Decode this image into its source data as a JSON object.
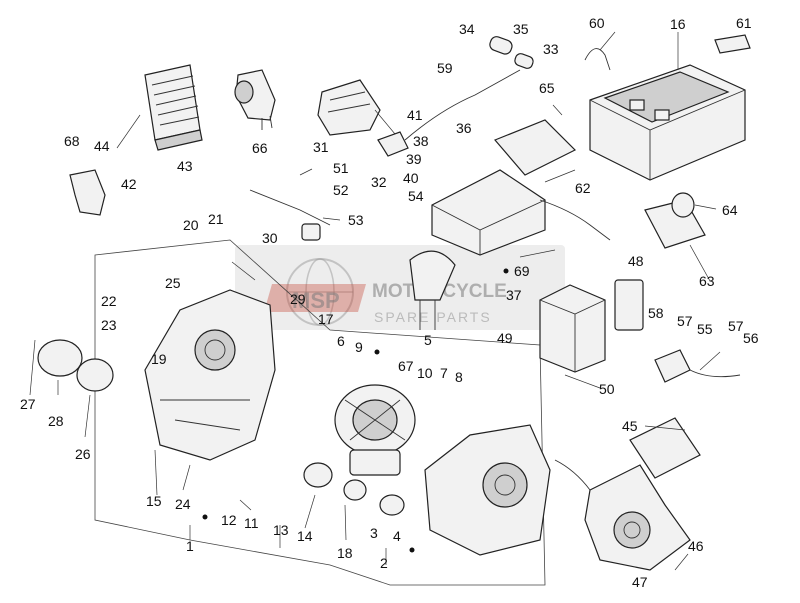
{
  "watermark": {
    "logo": "MSP",
    "line1": "MOTORCYCLE",
    "line2": "SPARE PARTS"
  },
  "callouts": [
    "1",
    "2",
    "3",
    "4",
    "5",
    "6",
    "7",
    "8",
    "9",
    "10",
    "11",
    "12",
    "13",
    "14",
    "15",
    "16",
    "17",
    "18",
    "19",
    "20",
    "21",
    "22",
    "23",
    "24",
    "25",
    "26",
    "27",
    "28",
    "29",
    "30",
    "31",
    "32",
    "33",
    "34",
    "35",
    "36",
    "37",
    "38",
    "39",
    "40",
    "41",
    "42",
    "43",
    "44",
    "45",
    "46",
    "47",
    "48",
    "49",
    "50",
    "51",
    "52",
    "53",
    "54",
    "55",
    "56",
    "57",
    "57",
    "58",
    "59",
    "60",
    "61",
    "62",
    "63",
    "64",
    "65",
    "66",
    "67",
    "68",
    "69"
  ],
  "colors": {
    "line": "#222222",
    "watermark_red": "#c43b2a"
  }
}
